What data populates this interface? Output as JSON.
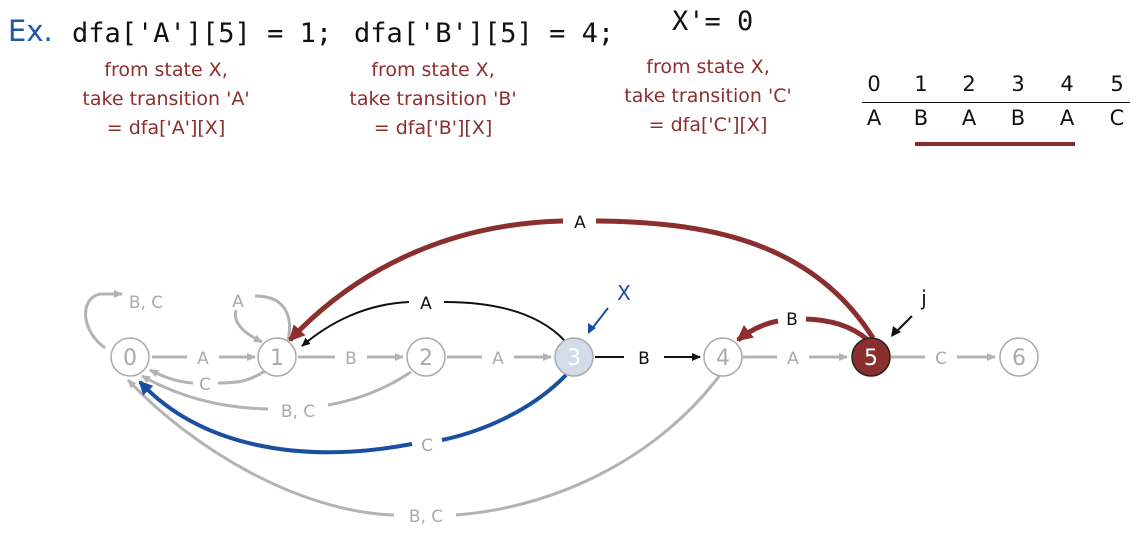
{
  "header": {
    "ex_label": "Ex.",
    "code_a": "dfa['A'][5] = 1;",
    "code_b": "dfa['B'][5] = 4;",
    "code_x": "X'= 0"
  },
  "notes": [
    {
      "line1": "from state X,",
      "line2": "take transition 'A'",
      "line3": "= dfa['A'][X]"
    },
    {
      "line1": "from state X,",
      "line2": "take transition 'B'",
      "line3": "= dfa['B'][X]"
    },
    {
      "line1": "from state X,",
      "line2": "take transition 'C'",
      "line3": "= dfa['C'][X]"
    }
  ],
  "pattern_table": {
    "indices": [
      "0",
      "1",
      "2",
      "3",
      "4",
      "5"
    ],
    "chars": [
      "A",
      "B",
      "A",
      "B",
      "A",
      "C"
    ]
  },
  "states": [
    "0",
    "1",
    "2",
    "3",
    "4",
    "5",
    "6"
  ],
  "edge_labels": {
    "e01": "A",
    "e12": "B",
    "e23": "A",
    "e34": "B",
    "e45": "A",
    "e56": "C",
    "self0": "B, C",
    "self1": "A",
    "e10": "C",
    "e20": "B, C",
    "e31": "A",
    "e30": "C",
    "e51": "A",
    "e54": "B",
    "e40": "B, C"
  },
  "pointers": {
    "x": "X",
    "j": "j"
  },
  "colors": {
    "gray": "#b3b3b3",
    "dark_red": "#8b2e2e",
    "blue": "#1a4fa0",
    "state3_fill": "#d3dce8",
    "state5_fill": "#8b2e2e"
  }
}
